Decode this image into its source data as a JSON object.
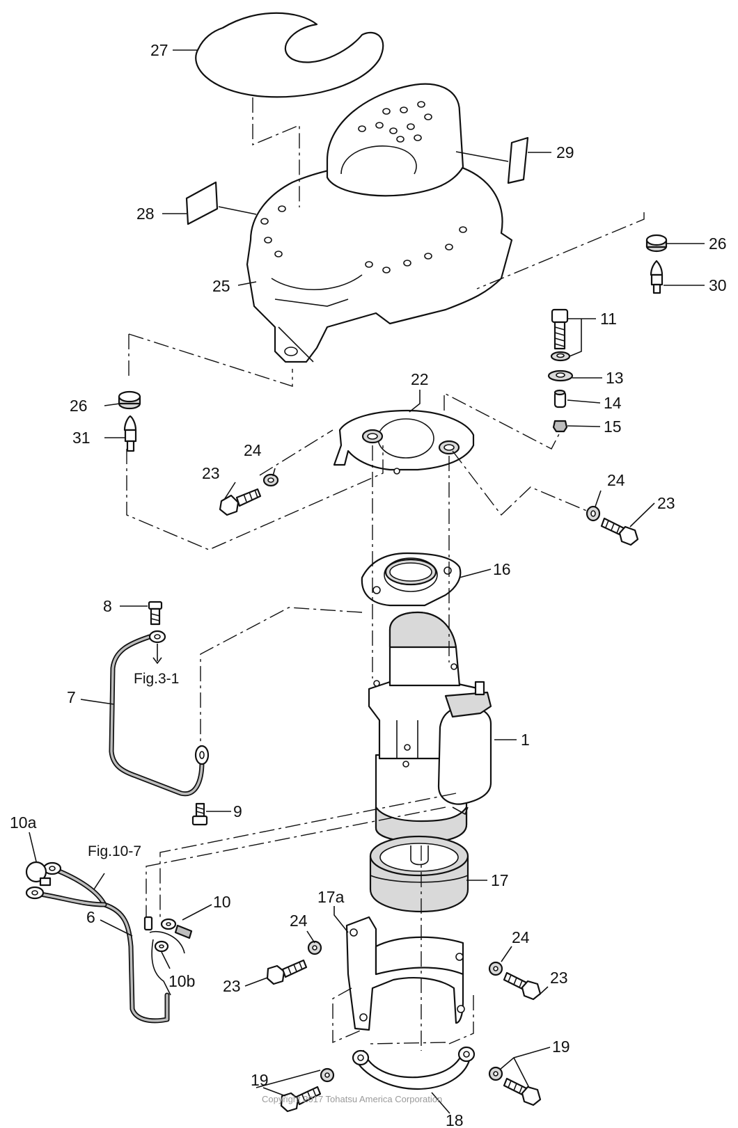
{
  "callouts": {
    "c1": "1",
    "c6": "6",
    "c7": "7",
    "c8": "8",
    "c9": "9",
    "c10": "10",
    "c10a": "10a",
    "c10b": "10b",
    "c11": "11",
    "c13": "13",
    "c14": "14",
    "c15": "15",
    "c16": "16",
    "c17": "17",
    "c17a": "17a",
    "c18": "18",
    "c19a": "19",
    "c19b": "19",
    "c22": "22",
    "c23a": "23",
    "c23b": "23",
    "c23c": "23",
    "c23d": "23",
    "c24a": "24",
    "c24b": "24",
    "c24c": "24",
    "c24d": "24",
    "c25": "25",
    "c26a": "26",
    "c26b": "26",
    "c27": "27",
    "c28": "28",
    "c29": "29",
    "c30": "30",
    "c31": "31"
  },
  "references": {
    "fig_3_1": "Fig.3-1",
    "fig_10_7": "Fig.10-7"
  },
  "copyright": "Copyright 2017 Tohatsu America Corporation"
}
